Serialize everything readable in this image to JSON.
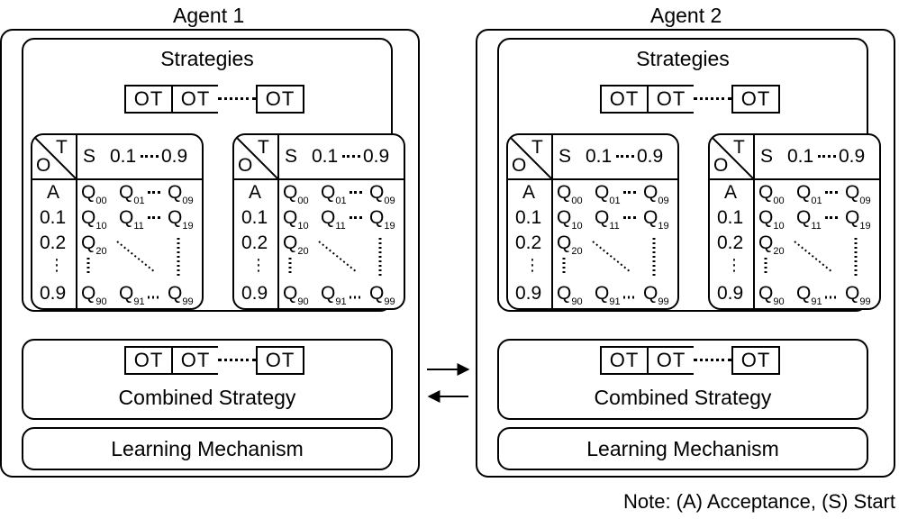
{
  "agents": [
    {
      "title": "Agent 1"
    },
    {
      "title": "Agent 2"
    }
  ],
  "panels": {
    "strategies_title": "Strategies",
    "combined_title": "Combined Strategy",
    "learning_title": "Learning Mechanism"
  },
  "strip_cell": "OT",
  "table": {
    "corner_top": "T",
    "corner_bottom": "O",
    "header_s": "S",
    "header_from": "0.1",
    "header_to": "0.9",
    "rows": [
      "A",
      "0.1",
      "0.2",
      "⋮",
      "0.9"
    ],
    "q": {
      "r0": [
        "Q",
        "00",
        "Q",
        "01",
        "Q",
        "09"
      ],
      "r1": [
        "Q",
        "10",
        "Q",
        "11",
        "Q",
        "19"
      ],
      "r2": [
        "Q",
        "20"
      ],
      "r4": [
        "Q",
        "90",
        "Q",
        "91",
        "Q",
        "99"
      ]
    }
  },
  "note": "Note: (A) Acceptance, (S) Start"
}
